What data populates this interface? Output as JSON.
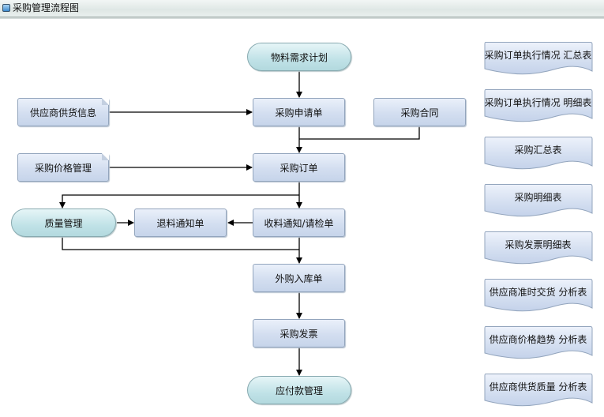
{
  "header": {
    "title": "采购管理流程图",
    "icon": "window-icon"
  },
  "flow": {
    "material_plan": "物料需求计划",
    "purchase_request": "采购申请单",
    "supplier_info": "供应商供货信息",
    "purchase_contract": "采购合同",
    "price_mgmt": "采购价格管理",
    "purchase_order": "采购订单",
    "quality_mgmt": "质量管理",
    "return_notice": "退料通知单",
    "receipt_notice": "收料通知/请检单",
    "inbound_order": "外购入库单",
    "purchase_invoice": "采购发票",
    "payables_mgmt": "应付款管理"
  },
  "reports": [
    {
      "label": "采购订单执行情况 汇总表"
    },
    {
      "label": "采购订单执行情况 明细表"
    },
    {
      "label": "采购汇总表"
    },
    {
      "label": "采购明细表"
    },
    {
      "label": "采购发票明细表"
    },
    {
      "label": "供应商准时交货 分析表"
    },
    {
      "label": "供应商价格趋势 分析表"
    },
    {
      "label": "供应商供货质量 分析表"
    }
  ]
}
